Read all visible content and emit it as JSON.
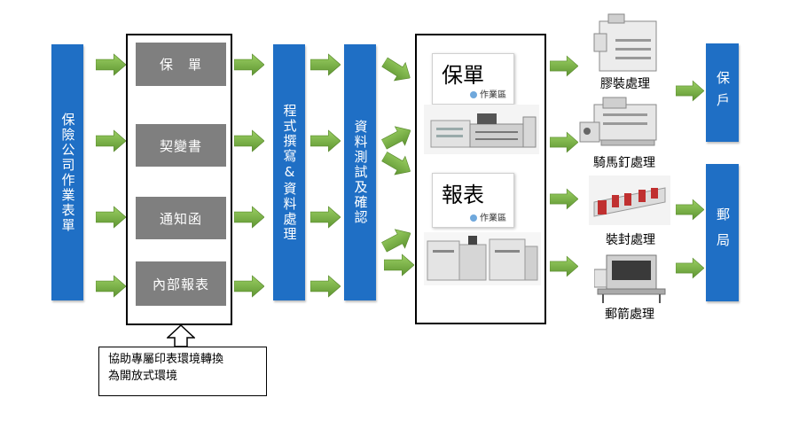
{
  "colors": {
    "blue": "#1f6fc5",
    "arrow_green": "#77a844",
    "grey": "#7f7f7f"
  },
  "left_bar": {
    "text": "保險公司作業表單"
  },
  "documents": [
    {
      "label": "保　單"
    },
    {
      "label": "契變書"
    },
    {
      "label": "通知函"
    },
    {
      "label": "內部報表"
    }
  ],
  "processing": {
    "text": "程式撰寫&資料處理"
  },
  "testing": {
    "text": "資料測試及確認"
  },
  "print_zone": {
    "policy": {
      "title": "保單",
      "sub": "作業區"
    },
    "report": {
      "title": "報表",
      "sub": "作業區"
    }
  },
  "finishing": [
    {
      "label": "膠裝處理",
      "icon": "perfect-binder-machine-icon"
    },
    {
      "label": "騎馬釘處理",
      "icon": "saddle-stitcher-machine-icon"
    },
    {
      "label": "裝封處理",
      "icon": "inserter-machine-icon"
    },
    {
      "label": "郵箭處理",
      "icon": "mail-sorter-machine-icon"
    }
  ],
  "destinations": [
    {
      "label": "保戶"
    },
    {
      "label": "郵局"
    }
  ],
  "note": {
    "line1": "協助專屬印表環境轉換",
    "line2": "為開放式環境"
  }
}
